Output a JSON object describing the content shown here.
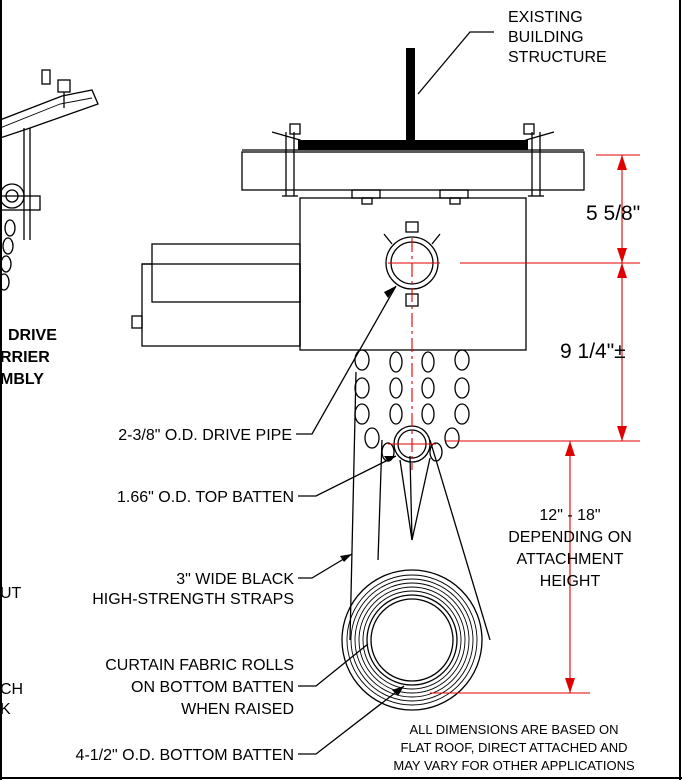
{
  "labels": {
    "existing_structure": [
      "EXISTING",
      "BUILDING",
      "STRUCTURE"
    ],
    "left_partial": [
      "DRIVE",
      "RRIER",
      "MBLY"
    ],
    "left_partial_2": [
      "UT",
      "CH",
      "K"
    ],
    "drive_pipe": "2-3/8\" O.D. DRIVE PIPE",
    "top_batten": "1.66\" O.D. TOP BATTEN",
    "straps": [
      "3\" WIDE BLACK",
      "HIGH-STRENGTH STRAPS"
    ],
    "curtain": [
      "CURTAIN FABRIC ROLLS",
      "ON BOTTOM BATTEN",
      "WHEN RAISED"
    ],
    "bottom_batten": "4-1/2\" O.D. BOTTOM BATTEN"
  },
  "dimensions": {
    "top": "5 5/8\"",
    "middle": "9 1/4\"±",
    "attachment": [
      "12\" - 18\"",
      "DEPENDING ON",
      "ATTACHMENT",
      "HEIGHT"
    ]
  },
  "note": [
    "ALL DIMENSIONS ARE BASED ON",
    "FLAT ROOF, DIRECT ATTACHED AND",
    "MAY VARY FOR OTHER APPLICATIONS"
  ],
  "colors": {
    "dimension": "#e00000",
    "line": "#000000"
  }
}
